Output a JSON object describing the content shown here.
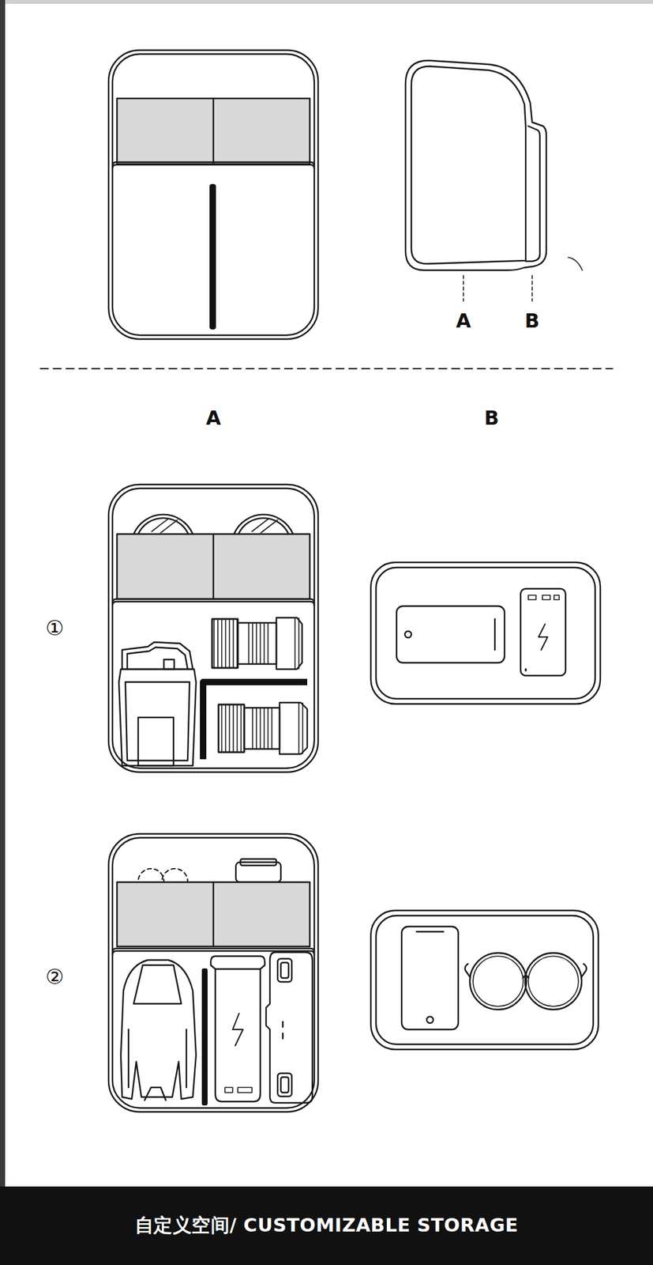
{
  "diagram": {
    "nodes": [
      {
        "text": [
          "自定义空间/ CUSTOMIZABLE STORAGE"
        ]
      }
    ],
    "labels": [
      "A",
      "B",
      "A",
      "B",
      "①",
      "②"
    ]
  }
}
